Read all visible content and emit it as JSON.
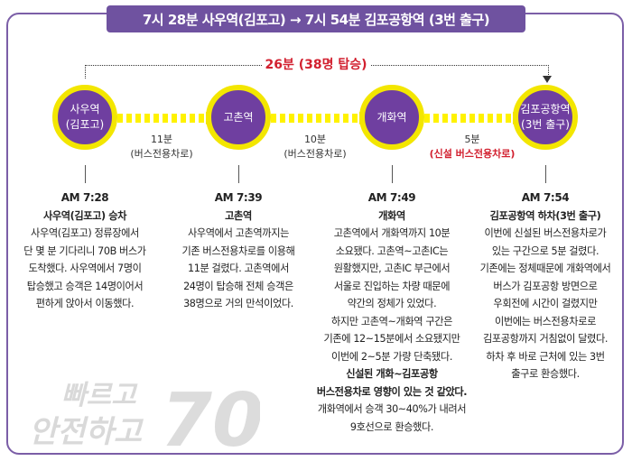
{
  "title": "7시 28분 사우역(김포고) → 7시 54분 김포공항역 (3번 출구)",
  "total": "26분 (38명 탑승)",
  "stations": [
    {
      "line1": "사우역",
      "line2": "(김포고)"
    },
    {
      "line1": "고촌역",
      "line2": ""
    },
    {
      "line1": "개화역",
      "line2": ""
    },
    {
      "line1": "김포공항역",
      "line2": "(3번 출구)"
    }
  ],
  "segments": [
    {
      "time": "11분",
      "note": "(버스전용차로)"
    },
    {
      "time": "10분",
      "note": "(버스전용차로)"
    },
    {
      "time": "5분",
      "note": "(신설 버스전용차로)"
    }
  ],
  "columns": [
    {
      "time": "AM 7:28",
      "head": "사우역(김포고) 승차",
      "lines": [
        "사우역(김포고) 정류장에서",
        "단 몇 분 기다리니 70B 버스가",
        "도착했다. 사우역에서 7명이",
        "탑승했고 승객은 14명이어서",
        "편하게 앉아서 이동했다."
      ]
    },
    {
      "time": "AM 7:39",
      "head": "고촌역",
      "lines": [
        "사우역에서 고촌역까지는",
        "기존 버스전용차로를 이용해",
        "11분 걸렸다. 고촌역에서",
        "24명이 탑승해 전체 승객은",
        "38명으로 거의 만석이었다."
      ]
    },
    {
      "time": "AM 7:49",
      "head": "개화역",
      "lines": [
        "고촌역에서 개화역까지 10분",
        "소요됐다. 고촌역~고촌IC는",
        "원활했지만, 고촌IC 부근에서",
        "서울로 진입하는 차량 때문에",
        "약간의 정체가 있었다.",
        "하지만 고촌역~개화역 구간은",
        "기존에 12~15분에서 소요됐지만",
        "이번에 2~5분 가량 단축됐다."
      ],
      "bold": [
        "신설된 개화~김포공항",
        "버스전용차로 영향이 있는 것 같았다."
      ],
      "tail": [
        "개화역에서 승객 30~40%가 내려서",
        "9호선으로 환승했다."
      ]
    },
    {
      "time": "AM 7:54",
      "head": "김포공항역 하차(3번 출구)",
      "lines": [
        "이번에 신설된 버스전용차로가",
        "있는 구간으로 5분 걸렸다.",
        "기존에는 정체때문에 개화역에서",
        "버스가 김포공항 방면으로",
        "우회전에 시간이 걸렸지만",
        "이번에는 버스전용차로로",
        "김포공항까지 거침없이 달렸다.",
        "하차 후 바로 근처에 있는 3번",
        "출구로 환승했다."
      ]
    }
  ],
  "watermark": {
    "line1": "빠르고",
    "line2": "안전하고",
    "number": "70"
  },
  "colors": {
    "purple": "#6f3fa0",
    "yellow": "#f3e600",
    "red": "#d2202f",
    "title_bg": "#6f52a0"
  }
}
